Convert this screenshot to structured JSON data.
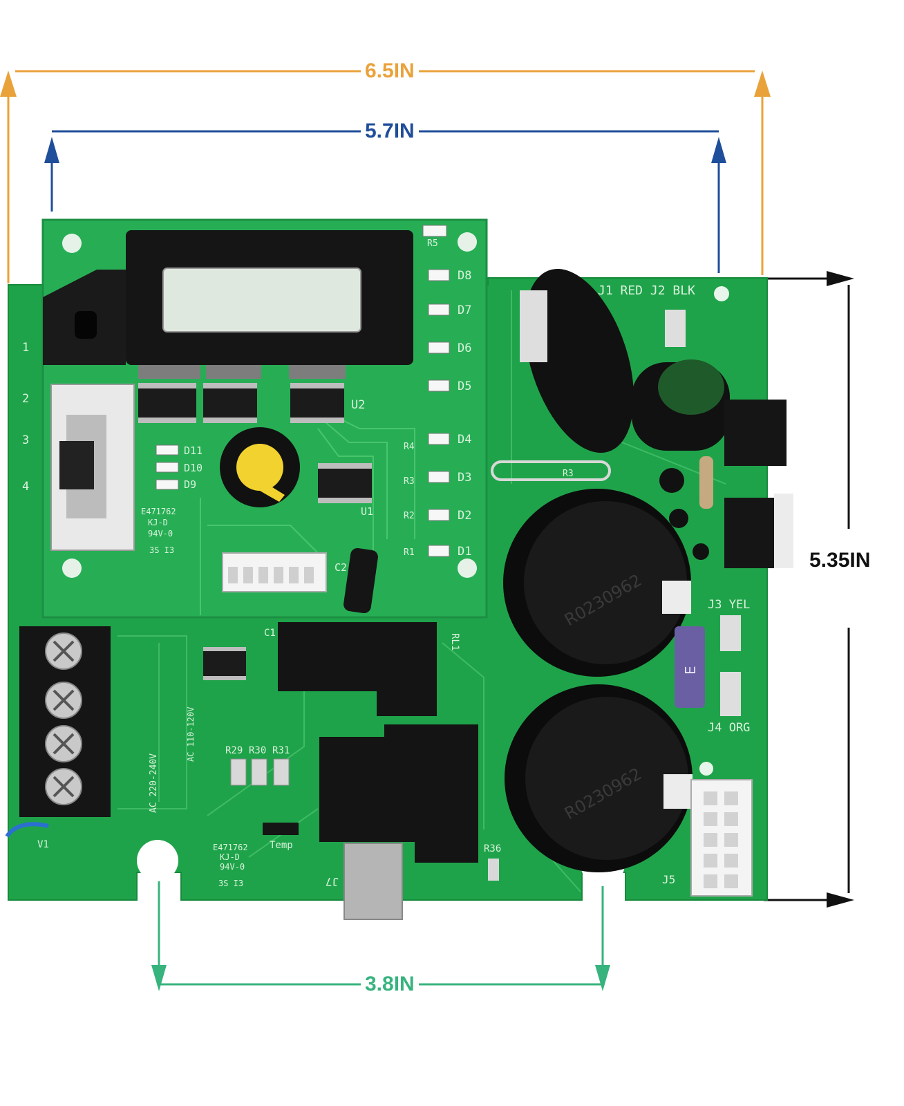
{
  "dimensions": {
    "total_width": {
      "label": "6.5IN",
      "color": "#E9A23A"
    },
    "inner_width": {
      "label": "5.7IN",
      "color": "#1F4E9A"
    },
    "height": {
      "label": "5.35IN",
      "color": "#111111"
    },
    "hole_spacing": {
      "label": "3.8IN",
      "color": "#37B37E"
    }
  },
  "board": {
    "pcb_color": "#1FA34A",
    "display_pcb_color": "#27AE55",
    "connectors": {
      "j1": "J1 RED",
      "j2": "J2 BLK",
      "j3": "J3 YEL",
      "j4": "J4 ORG",
      "j5": "J5",
      "j7": "J7",
      "temp": "Temp"
    },
    "leds": [
      "D8",
      "D7",
      "D6",
      "D5",
      "D4",
      "D3",
      "D2",
      "D1",
      "D11",
      "D10",
      "D9"
    ],
    "resistors": [
      "R29",
      "R30",
      "R31",
      "R36",
      "R3",
      "R4",
      "R3",
      "R2",
      "R1",
      "R5"
    ],
    "misc": {
      "u2": "U2",
      "u1": "U1",
      "rl1": "RL1",
      "c1": "C1",
      "c2": "C2",
      "v1": "V1",
      "terminal_pins": [
        "1",
        "2",
        "3",
        "4"
      ],
      "ac_high": "AC 220-240V",
      "ac_low": "AC 110-120V",
      "cert_top": [
        "E471762",
        "KJ-D",
        "94V-0"
      ],
      "cert_bottom": [
        "E471762",
        "KJ-D",
        "94V-0"
      ],
      "date_top": "3S I3",
      "date_bottom": "3S I3",
      "cap_code": "R0230962",
      "fuse_letter": "E"
    }
  }
}
